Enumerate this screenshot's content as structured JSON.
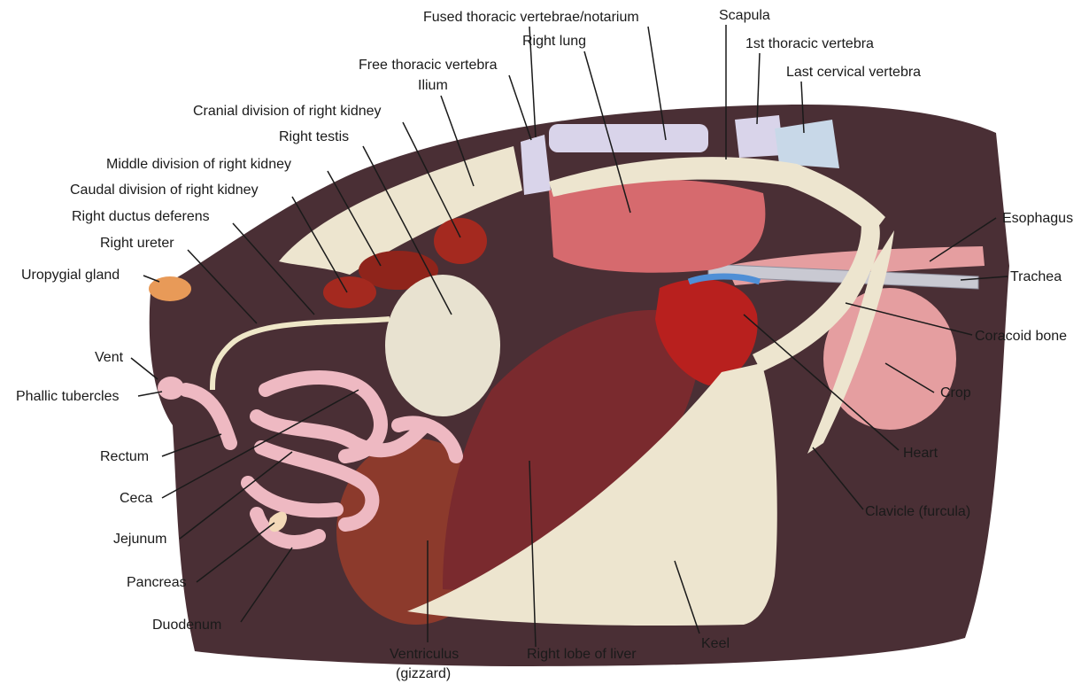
{
  "labels": {
    "fused_thoracic": "Fused thoracic vertebrae/notarium",
    "scapula": "Scapula",
    "right_lung": "Right lung",
    "first_thoracic": "1st thoracic vertebra",
    "free_thoracic": "Free thoracic vertebra",
    "last_cervical": "Last cervical vertebra",
    "ilium": "Ilium",
    "cranial_kidney": "Cranial division of right kidney",
    "right_testis": "Right testis",
    "middle_kidney": "Middle division of right kidney",
    "caudal_kidney": "Caudal division of right kidney",
    "ductus_deferens": "Right ductus deferens",
    "esophagus": "Esophagus",
    "right_ureter": "Right ureter",
    "uropygial": "Uropygial gland",
    "trachea": "Trachea",
    "coracoid": "Coracoid bone",
    "vent": "Vent",
    "crop": "Crop",
    "phallic": "Phallic tubercles",
    "rectum": "Rectum",
    "heart": "Heart",
    "ceca": "Ceca",
    "clavicle": "Clavicle (furcula)",
    "jejunum": "Jejunum",
    "pancreas": "Pancreas",
    "duodenum": "Duodenum",
    "keel": "Keel",
    "ventriculus_line1": "Ventriculus",
    "ventriculus_line2": "(gizzard)",
    "liver": "Right lobe of liver"
  },
  "colors": {
    "body_cavity": "#4a2f35",
    "bone": "#ede5cf",
    "vertebra": "#d9d4ea",
    "lung": "#d66a6e",
    "liver": "#7a2a2e",
    "gizzard": "#8c3a2c",
    "intestine": "#eeb9c2",
    "kidney": "#a4291f",
    "testis": "#e8e2d0",
    "crop": "#e59ea0",
    "heart": "#b8201e",
    "uropygial": "#e89a58",
    "trachea": "#c9c9d2",
    "vessel": "#4f8fd6"
  }
}
